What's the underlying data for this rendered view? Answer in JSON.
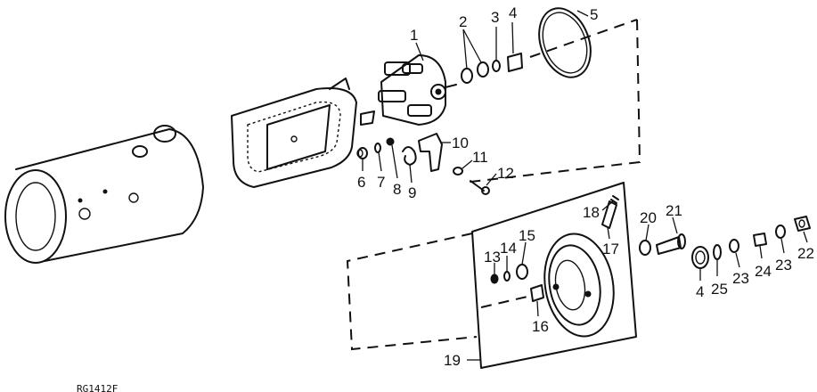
{
  "figure_ref": "RG1412F",
  "callouts": {
    "c1": "1",
    "c2": "2",
    "c3": "3",
    "c4a": "4",
    "c5": "5",
    "c6": "6",
    "c7": "7",
    "c8": "8",
    "c9": "9",
    "c10": "10",
    "c11": "11",
    "c12": "12",
    "c13": "13",
    "c14": "14",
    "c15": "15",
    "c16": "16",
    "c17": "17",
    "c18": "18",
    "c19": "19",
    "c20": "20",
    "c21": "21",
    "c22": "22",
    "c23a": "23",
    "c23b": "23",
    "c24": "24",
    "c25": "25",
    "c4b": "4"
  }
}
